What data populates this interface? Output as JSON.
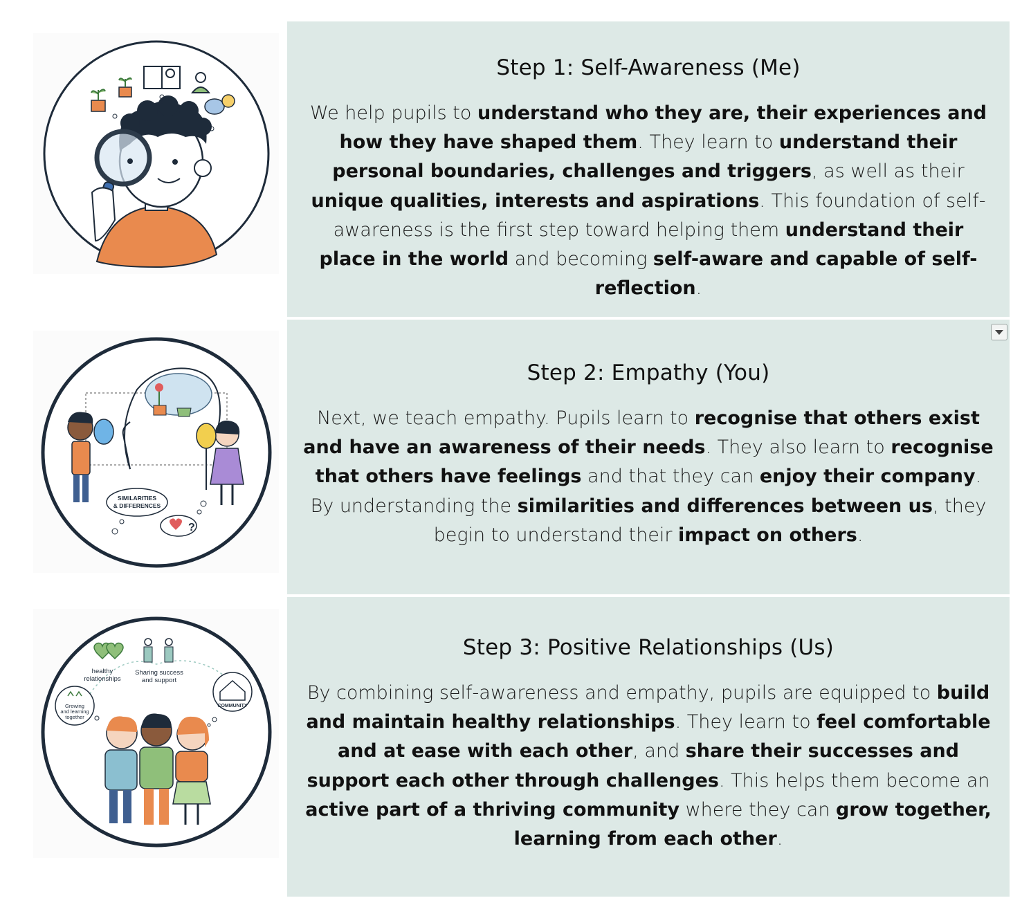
{
  "steps": [
    {
      "title": "Step 1: Self-Awareness (Me)",
      "body": [
        {
          "t": "We help pupils to "
        },
        {
          "b": "understand who they are, their experiences and how they have shaped them"
        },
        {
          "t": ". They learn to "
        },
        {
          "b": "understand their personal boundaries, challenges and triggers"
        },
        {
          "t": ", as well as their "
        },
        {
          "b": "unique qualities, interests and aspirations"
        },
        {
          "t": ". This foundation of self-awareness is the first step toward helping them "
        },
        {
          "b": "understand their place in the world"
        },
        {
          "t": " and becoming "
        },
        {
          "b": "self-aware and capable of self-reflection"
        },
        {
          "t": "."
        }
      ],
      "illustration": "boy-with-magnifying-glass"
    },
    {
      "title": "Step 2: Empathy (You)",
      "body": [
        {
          "t": "Next, we teach empathy. Pupils learn to "
        },
        {
          "b": "recognise that others exist and have an awareness of their needs"
        },
        {
          "t": ". They also learn to "
        },
        {
          "b": "recognise that others have feelings"
        },
        {
          "t": " and that they can "
        },
        {
          "b": "enjoy their company"
        },
        {
          "t": ". By understanding the "
        },
        {
          "b": "similarities and differences between us"
        },
        {
          "t": ", they begin to understand their "
        },
        {
          "b": "impact on others"
        },
        {
          "t": "."
        }
      ],
      "illustration": "children-with-masks",
      "illustration_text": [
        "SIMILARITIES",
        "& DIFFERENCES",
        "?"
      ]
    },
    {
      "title": "Step 3: Positive Relationships (Us)",
      "body": [
        {
          "t": "By combining self-awareness and empathy, pupils are equipped to "
        },
        {
          "b": "build and maintain healthy relationships"
        },
        {
          "t": ". They learn to "
        },
        {
          "b": "feel comfortable and at ease with each other"
        },
        {
          "t": ", and "
        },
        {
          "b": "share their successes and support each other through challenges"
        },
        {
          "t": ". This helps them become an "
        },
        {
          "b": "active part of a thriving community"
        },
        {
          "t": " where they can "
        },
        {
          "b": "grow together, learning from each other"
        },
        {
          "t": "."
        }
      ],
      "illustration": "three-friends-community",
      "illustration_text": [
        "healthy",
        "relationships",
        "Sharing success",
        "and support",
        "Growing",
        "and learning",
        "together",
        "COMMUNITY"
      ]
    }
  ],
  "colors": {
    "panel_bg": "#dde9e6",
    "circle_stroke": "#1e2b3a",
    "accent_orange": "#e98a4e",
    "accent_green": "#8fbf7a",
    "accent_purple": "#a98bd6"
  }
}
